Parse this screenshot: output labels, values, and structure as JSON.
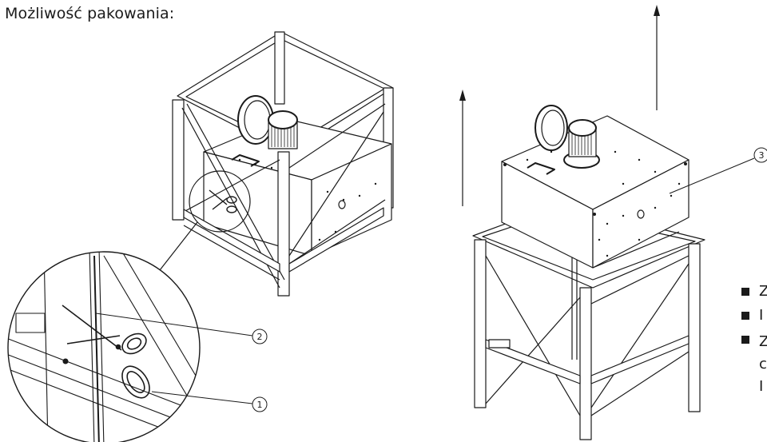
{
  "heading": "Możliwość pakowania:",
  "callouts": {
    "one": "1",
    "two": "2",
    "three": "3"
  },
  "bullets": [
    {
      "text": "Z"
    },
    {
      "text": "I"
    },
    {
      "text": "Z c I"
    }
  ],
  "icons": {
    "scissors": "scissors-icon",
    "arrow": "arrow-up-icon",
    "bullet": "square-bullet-icon"
  }
}
